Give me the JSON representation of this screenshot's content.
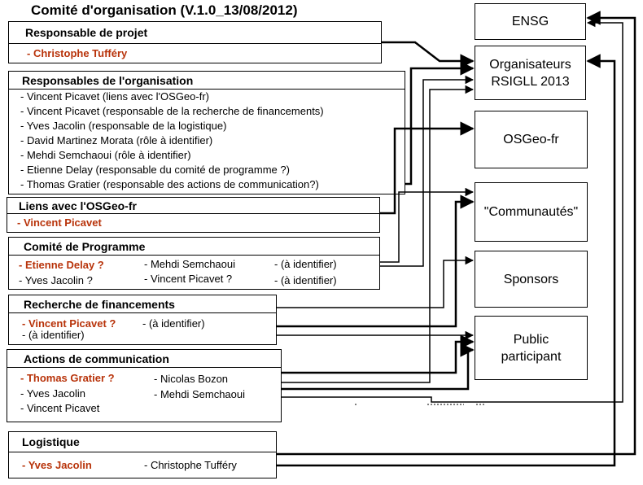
{
  "title": "Comité d'organisation (V.1.0_13/08/2012)",
  "left_boxes": {
    "projet": {
      "header": "Responsable de projet",
      "rows": [
        [
          "- Christophe Tufféry"
        ]
      ]
    },
    "organisation": {
      "header": "Responsables de l'organisation",
      "rows": [
        [
          "- Vincent Picavet (liens avec l'OSGeo-fr)"
        ],
        [
          "- Vincent Picavet (responsable de la recherche de financements)"
        ],
        [
          "- Yves Jacolin (responsable de la logistique)"
        ],
        [
          "- David Martinez Morata (rôle à identifier)"
        ],
        [
          "- Mehdi Semchaoui (rôle à identifier)"
        ],
        [
          "- Etienne Delay (responsable du comité de programme ?)"
        ],
        [
          "- Thomas Gratier (responsable des actions de communication?)"
        ]
      ]
    },
    "osgeo_liens": {
      "header": "Liens avec l'OSGeo-fr",
      "rows": [
        [
          "- Vincent Picavet"
        ]
      ]
    },
    "programme": {
      "header": "Comité de Programme",
      "rows": [
        [
          "- Etienne Delay  ?",
          "- Mehdi Semchaoui",
          "- (à identifier)"
        ],
        [
          "- Yves Jacolin ?",
          "- Vincent Picavet ?",
          "- (à identifier)"
        ]
      ]
    },
    "financements": {
      "header": "Recherche de financements",
      "rows": [
        [
          "- Vincent Picavet ?",
          "- (à identifier)"
        ],
        [
          "- (à identifier)"
        ]
      ]
    },
    "communication": {
      "header": "Actions de communication",
      "rows": [
        [
          "- Thomas Gratier ?",
          "- Nicolas Bozon"
        ],
        [
          "- Yves Jacolin",
          "- Mehdi Semchaoui"
        ],
        [
          "- Vincent Picavet"
        ]
      ]
    },
    "logistique": {
      "header": "Logistique",
      "rows": [
        [
          "- Yves Jacolin",
          "- Christophe Tufféry"
        ]
      ]
    }
  },
  "right_boxes": {
    "ensg": [
      "ENSG"
    ],
    "organisateurs": [
      "Organisateurs",
      "RSIGLL  2013"
    ],
    "osgeo": [
      "OSGeo-fr"
    ],
    "communautes": [
      "\"Communautés\""
    ],
    "sponsors": [
      "Sponsors"
    ],
    "public": [
      "Public",
      "participant"
    ]
  },
  "colors": {
    "highlight": "#b8330a",
    "line": "#000000"
  }
}
